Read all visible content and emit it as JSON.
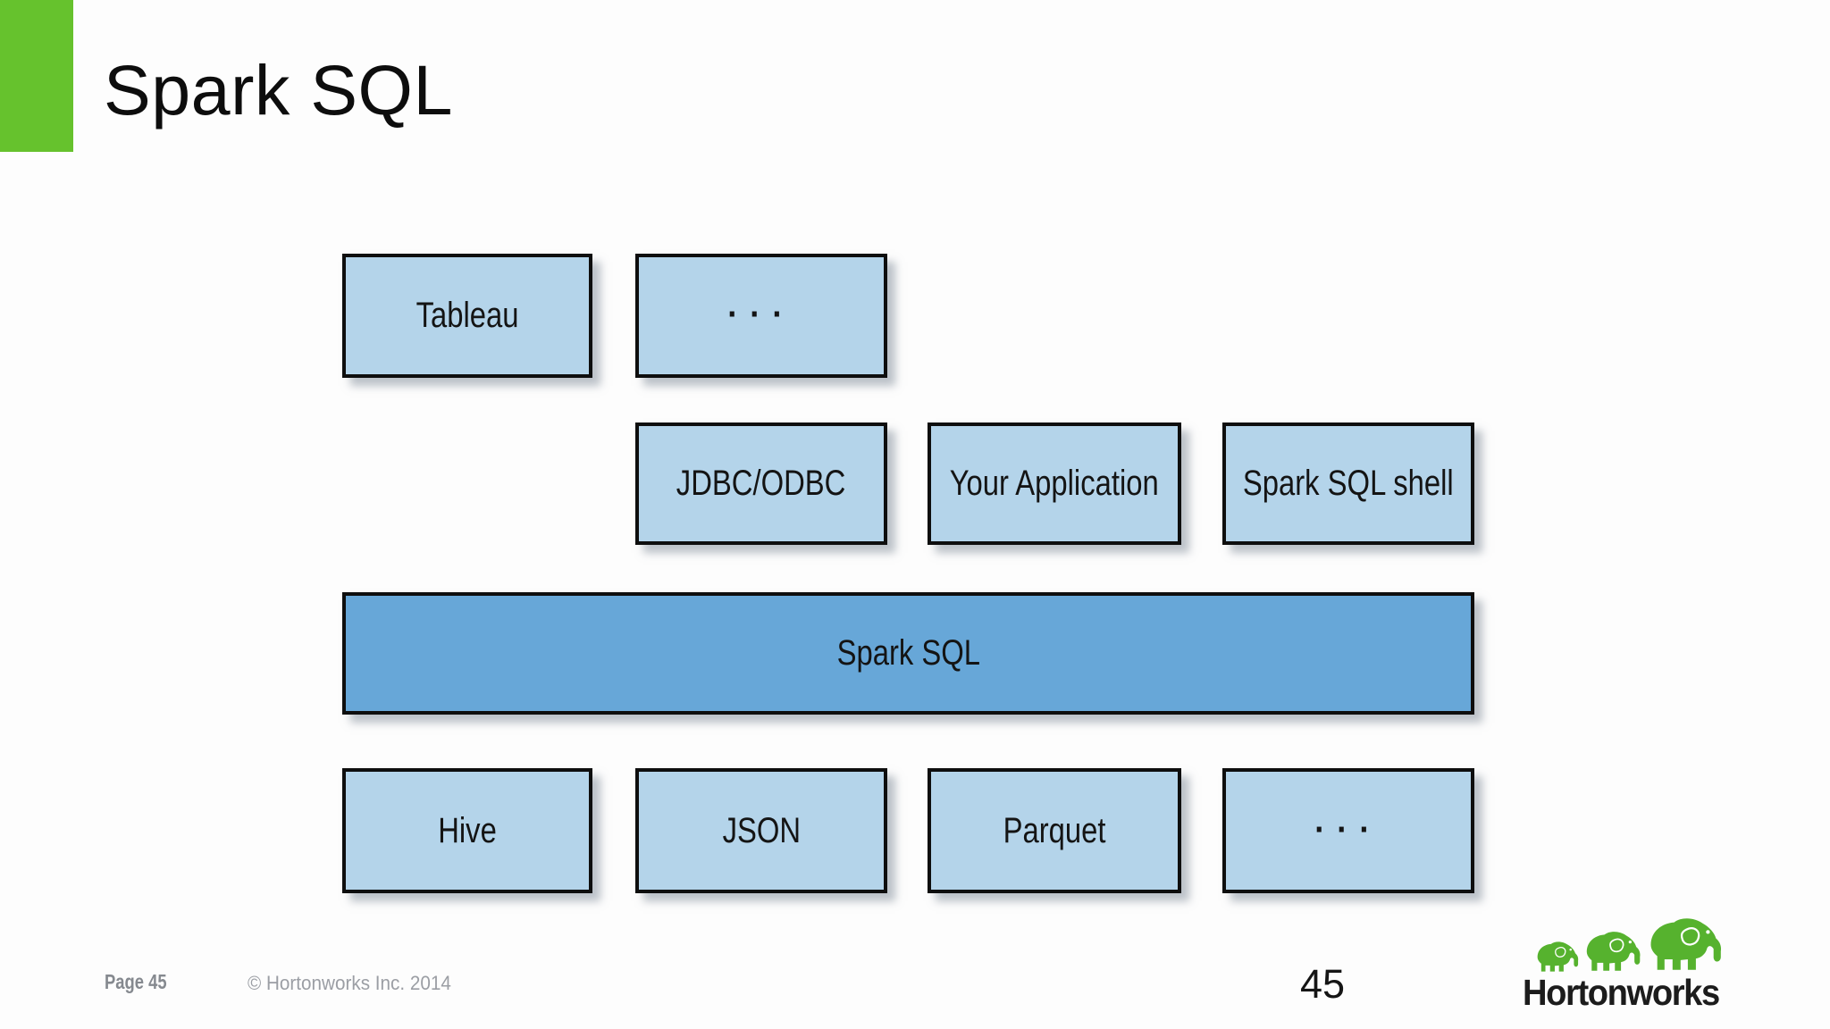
{
  "slide": {
    "title": "Spark SQL"
  },
  "diagram": {
    "description": "Spark SQL architecture block diagram",
    "rows": [
      {
        "level": "clients-top",
        "boxes": [
          "Tableau",
          "..."
        ]
      },
      {
        "level": "interfaces",
        "boxes": [
          "JDBC/ODBC",
          "Your Application",
          "Spark SQL shell"
        ]
      },
      {
        "level": "engine",
        "boxes": [
          "Spark SQL"
        ]
      },
      {
        "level": "data-sources",
        "boxes": [
          "Hive",
          "JSON",
          "Parquet",
          "..."
        ]
      }
    ],
    "boxes": [
      {
        "label": "Tableau"
      },
      {
        "label": "..."
      },
      {
        "label": "JDBC/ODBC"
      },
      {
        "label": "Your Application"
      },
      {
        "label": "Spark SQL shell"
      },
      {
        "label": "Spark SQL"
      },
      {
        "label": "Hive"
      },
      {
        "label": "JSON"
      },
      {
        "label": "Parquet"
      },
      {
        "label": "..."
      }
    ]
  },
  "footer": {
    "page_label": "Page 45",
    "copyright": "© Hortonworks Inc. 2014",
    "slide_number": "45",
    "logo_text": "Hortonworks"
  },
  "colors": {
    "accent_green": "#66C22D",
    "box_light": "#B4D4EA",
    "box_dark": "#67A7D8",
    "box_border": "#0e0e0e",
    "logo_green": "#56B22E",
    "footer_gray": "#85898F",
    "copyright_gray": "#9B9EA4"
  }
}
